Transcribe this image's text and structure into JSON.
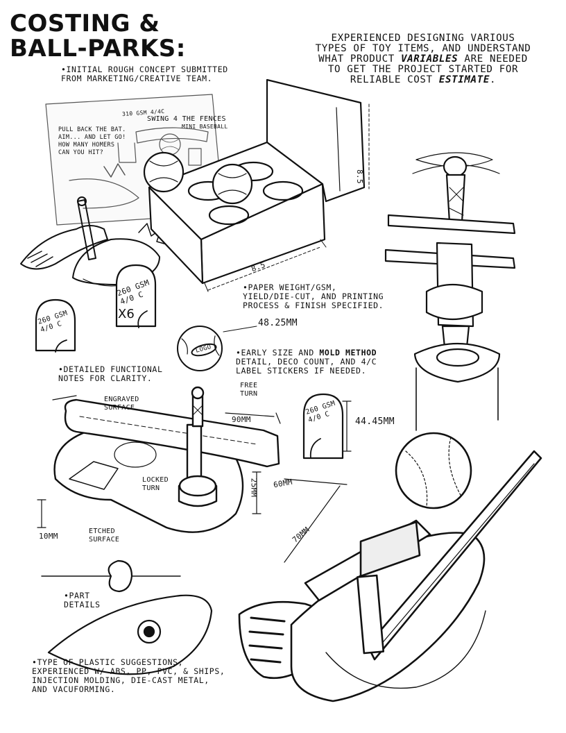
{
  "title": {
    "line1": "COSTING &",
    "line2": "BALL-PARKS:"
  },
  "intro": {
    "line1": "EXPERIENCED DESIGNING VARIOUS",
    "line2": "TYPES OF TOY ITEMS, AND UNDERSTAND",
    "line3_pre": "WHAT PRODUCT ",
    "line3_em": "VARIABLES",
    "line3_post": " ARE NEEDED",
    "line4": "TO GET THE PROJECT STARTED FOR",
    "line5_pre": "RELIABLE COST ",
    "line5_em": "ESTIMATE",
    "line5_post": "."
  },
  "notes": {
    "concept": [
      "•INITIAL ROUGH CONCEPT SUBMITTED",
      "FROM MARKETING/CREATIVE TEAM."
    ],
    "paper": [
      "•PAPER WEIGHT/GSM,",
      "YIELD/DIE-CUT, AND PRINTING",
      "PROCESS & FINISH SPECIFIED."
    ],
    "mold_pre": "•EARLY SIZE AND ",
    "mold_em": "MOLD METHOD",
    "mold_rest": [
      "DETAIL, DECO COUNT, AND 4/C",
      "LABEL STICKERS IF NEEDED."
    ],
    "functional": [
      "•DETAILED FUNCTIONAL",
      "NOTES FOR CLARITY."
    ],
    "part": [
      "•PART",
      "DETAILS"
    ],
    "plastic": [
      "•TYPE OF PLASTIC SUGGESTIONS,",
      "EXPERIENCED W/ ABS, PP, PVC, & SHIPS,",
      "INJECTION MOLDING, DIE-CAST METAL,",
      "AND VACUFORMING."
    ]
  },
  "sketch_labels": {
    "swing": "SWING 4 THE FENCES",
    "mini": "MINI BASEBALL",
    "pull": [
      "PULL BACK THE BAT.",
      "AIM... AND LET GO!",
      "HOW MANY HOMERS",
      "CAN YOU HIT?"
    ],
    "gsm_top": "310 GSM 4/4C",
    "dim_85_side": "8.5",
    "dim_85_bottom": "8.5",
    "gsm_260_a": [
      "260 GSM",
      "4/0 C"
    ],
    "gsm_260_b": [
      "260 GSM",
      "4/0 C"
    ],
    "gsm_260_c": [
      "260 GSM",
      "4/0 C"
    ],
    "x6": "X6",
    "dia": "48.25MM",
    "logo": "LOGO",
    "free_turn": [
      "FREE",
      "TURN"
    ],
    "engraved": [
      "ENGRAVED",
      "SURFACE"
    ],
    "etched": [
      "ETCHED",
      "SURFACE"
    ],
    "locked": [
      "LOCKED",
      "TURN"
    ],
    "mm90": "90MM",
    "mm44": "44.45MM",
    "mm60": "60MM",
    "mm25": "25MM",
    "mm10": "10MM",
    "mm70": "70MM"
  }
}
